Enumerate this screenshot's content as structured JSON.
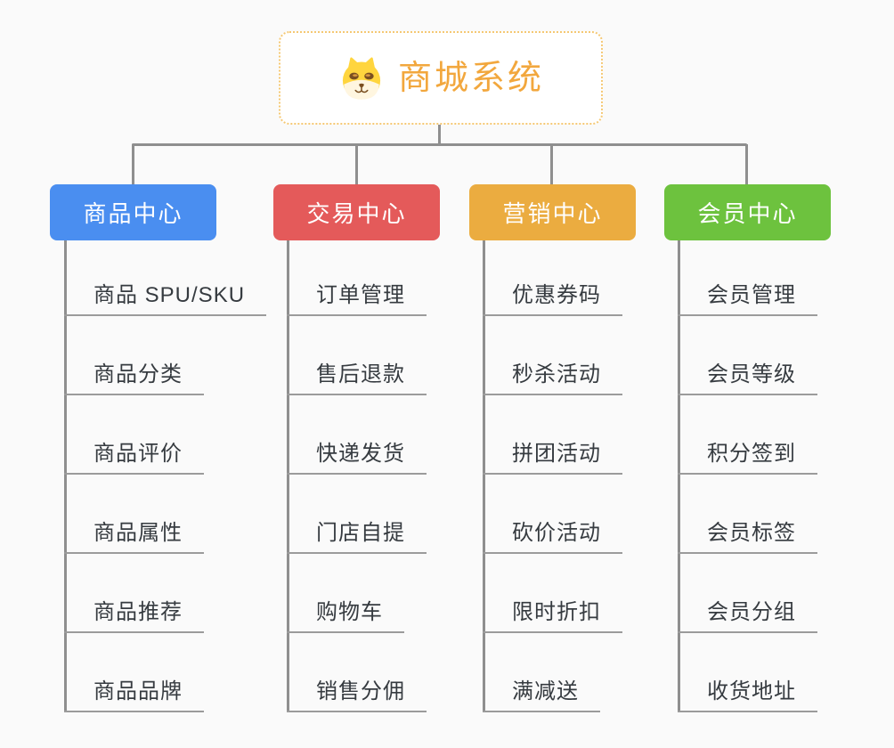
{
  "page": {
    "background": "#fafafa",
    "connector_color": "#8F8F8F",
    "underline_color": "#9B9B9B"
  },
  "root": {
    "label": "商城系统",
    "icon": "dog-face-icon",
    "text_color": "#F2A73D",
    "border_color": "#F5C873",
    "background": "#ffffff"
  },
  "branches": [
    {
      "label": "商品中心",
      "color": "#4A8EF0",
      "items": [
        "商品 SPU/SKU",
        "商品分类",
        "商品评价",
        "商品属性",
        "商品推荐",
        "商品品牌"
      ]
    },
    {
      "label": "交易中心",
      "color": "#E45A5A",
      "items": [
        "订单管理",
        "售后退款",
        "快递发货",
        "门店自提",
        "购物车",
        "销售分佣"
      ]
    },
    {
      "label": "营销中心",
      "color": "#EBAC40",
      "items": [
        "优惠券码",
        "秒杀活动",
        "拼团活动",
        "砍价活动",
        "限时折扣",
        "满减送"
      ]
    },
    {
      "label": "会员中心",
      "color": "#6DC23E",
      "items": [
        "会员管理",
        "会员等级",
        "积分签到",
        "会员标签",
        "会员分组",
        "收货地址"
      ]
    }
  ]
}
